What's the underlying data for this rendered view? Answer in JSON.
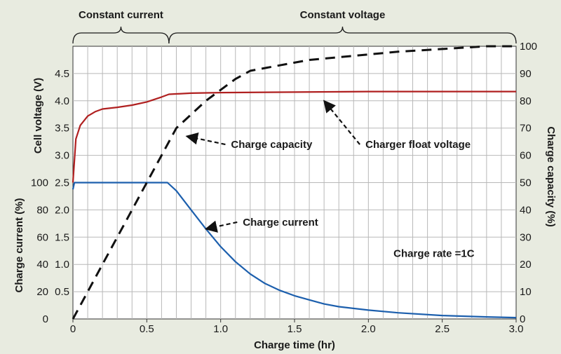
{
  "chart_data": {
    "type": "line",
    "xlabel": "Charge time (hr)",
    "xlim": [
      0,
      3.0
    ],
    "x_ticks": [
      "0",
      "0.5",
      "1.0",
      "1.5",
      "2.0",
      "2.5",
      "3.0"
    ],
    "ylabel_voltage": "Cell voltage (V)",
    "ylim_voltage": [
      0,
      5
    ],
    "y_ticks_voltage": [
      "0.5",
      "1.0",
      "1.5",
      "2.0",
      "2.5",
      "3.0",
      "3.5",
      "4.0",
      "4.5"
    ],
    "ylabel_current": "Charge current (%)",
    "y_ticks_current": [
      "0",
      "20",
      "40",
      "60",
      "80",
      "100"
    ],
    "ylabel_capacity": "Charge capacity (%)",
    "ylim_capacity": [
      0,
      100
    ],
    "y_ticks_capacity": [
      "0",
      "10",
      "20",
      "30",
      "40",
      "50",
      "60",
      "70",
      "80",
      "90",
      "100"
    ],
    "grid": true,
    "phases": [
      {
        "label": "Constant current",
        "from": 0,
        "to": 0.65
      },
      {
        "label": "Constant voltage",
        "from": 0.65,
        "to": 3.0
      }
    ],
    "series": [
      {
        "name": "Charger float voltage",
        "axis": "voltage",
        "color": "#b02020",
        "style": "solid",
        "x": [
          0,
          0.02,
          0.05,
          0.1,
          0.15,
          0.2,
          0.3,
          0.4,
          0.5,
          0.6,
          0.65,
          0.8,
          1.0,
          1.5,
          2.0,
          2.5,
          3.0
        ],
        "y": [
          2.5,
          3.3,
          3.55,
          3.72,
          3.8,
          3.85,
          3.88,
          3.92,
          3.98,
          4.07,
          4.12,
          4.14,
          4.15,
          4.16,
          4.17,
          4.17,
          4.17
        ]
      },
      {
        "name": "Charge current",
        "axis": "current",
        "color": "#1c5fad",
        "style": "solid",
        "x": [
          0,
          0.01,
          0.05,
          0.3,
          0.5,
          0.64,
          0.7,
          0.8,
          0.9,
          1.0,
          1.1,
          1.2,
          1.3,
          1.4,
          1.5,
          1.6,
          1.7,
          1.8,
          2.0,
          2.2,
          2.5,
          2.8,
          3.0
        ],
        "y": [
          95,
          100,
          100,
          100,
          100,
          100,
          94,
          80,
          66,
          53,
          42,
          33,
          26,
          21,
          17,
          14,
          11,
          9,
          6.5,
          4.5,
          2.5,
          1.5,
          1
        ]
      },
      {
        "name": "Charge capacity",
        "axis": "capacity",
        "color": "#111111",
        "style": "dashed",
        "x": [
          0,
          0.1,
          0.2,
          0.3,
          0.4,
          0.5,
          0.6,
          0.7,
          0.8,
          0.9,
          1.0,
          1.1,
          1.2,
          1.4,
          1.6,
          1.8,
          2.0,
          2.2,
          2.5,
          2.8,
          3.0
        ],
        "y": [
          0,
          10,
          20,
          30,
          40,
          50,
          60,
          70,
          75,
          80,
          84,
          88,
          91,
          93,
          95,
          96,
          97,
          98,
          99,
          100,
          100
        ]
      }
    ],
    "annotations": [
      {
        "text": "Charge capacity",
        "target_series": "Charge capacity",
        "target_x": 0.77,
        "target_cap": 67,
        "label_x": 1.07,
        "label_cap": 64
      },
      {
        "text": "Charger float voltage",
        "target_series": "Charger float voltage",
        "target_x": 1.7,
        "target_cap": 80,
        "label_x": 1.98,
        "label_cap": 64
      },
      {
        "text": "Charge current",
        "target_series": "Charge current",
        "target_x": 0.9,
        "target_cap": 33,
        "label_x": 1.15,
        "label_cap": 35.5
      },
      {
        "text": "Charge rate =1C",
        "label_x": 2.17,
        "label_cap": 24
      }
    ]
  }
}
